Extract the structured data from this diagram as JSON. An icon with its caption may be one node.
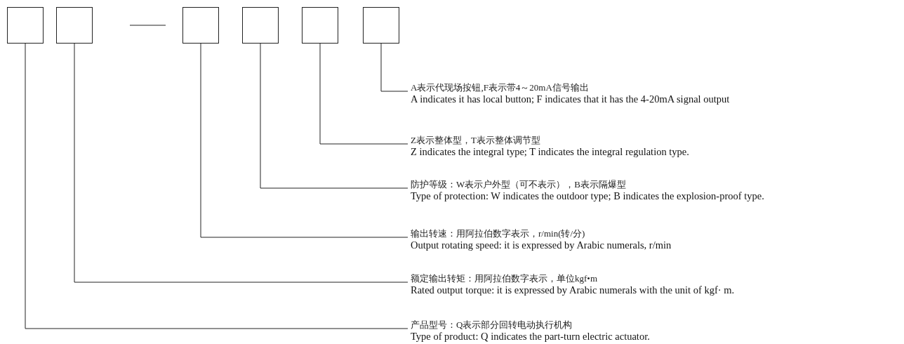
{
  "diagram": {
    "nodes": [
      {
        "text": [],
        "shape": "box"
      },
      {
        "text": [],
        "shape": "box"
      },
      {
        "text": [],
        "shape": "box"
      },
      {
        "text": [],
        "shape": "box"
      },
      {
        "text": [],
        "shape": "box"
      },
      {
        "text": [],
        "shape": "box"
      },
      {
        "text": [
          "A表示代现场按钮,F表示带4～20mA信号输出",
          "A indicates it has local button; F indicates that it has the 4-20mA signal output"
        ]
      },
      {
        "text": [
          "Z表示整体型，T表示整体调节型",
          "Z indicates the integral type; T indicates the integral regulation type."
        ]
      },
      {
        "text": [
          "防护等级：W表示户外型（可不表示），B表示隔爆型",
          "Type of protection: W indicates the outdoor type; B indicates the explosion-proof type."
        ]
      },
      {
        "text": [
          "输出转速：用阿拉伯数字表示，r/min(转/分)",
          "Output rotating speed: it is expressed by Arabic numerals, r/min"
        ]
      },
      {
        "text": [
          "额定输出转矩：用阿拉伯数字表示，单位kgf•m",
          "Rated output torque: it is expressed by Arabic numerals with the unit of kgf· m."
        ]
      },
      {
        "text": [
          "产品型号：Q表示部分回转电动执行机构",
          "Type of product: Q indicates the part-turn electric actuator."
        ]
      }
    ],
    "edges": [
      {
        "from": 5,
        "to": 6,
        "arrow": "none"
      },
      {
        "from": 4,
        "to": 7,
        "arrow": "none"
      },
      {
        "from": 3,
        "to": 8,
        "arrow": "none"
      },
      {
        "from": 2,
        "to": 9,
        "arrow": "none"
      },
      {
        "from": 1,
        "to": 10,
        "arrow": "none"
      },
      {
        "from": 0,
        "to": 11,
        "arrow": "none"
      }
    ]
  }
}
